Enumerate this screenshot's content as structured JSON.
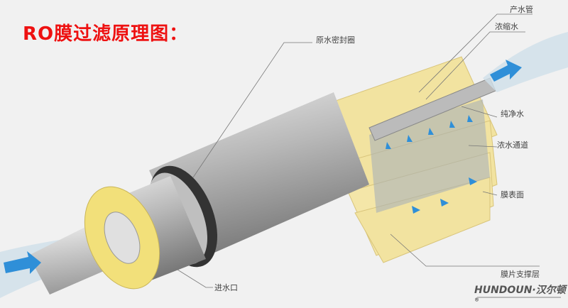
{
  "title": "RO膜过滤原理图：",
  "labels": {
    "product_tube": "产水管",
    "concentrate": "浓缩水",
    "seal_ring": "原水密封圈",
    "pure_water": "纯净水",
    "concentrate_channel": "浓水通道",
    "membrane_surface": "膜表面",
    "membrane_support": "膜片支撑层",
    "inlet": "进水口"
  },
  "logo": {
    "text": "HUNDOUN·汉尔顿",
    "registered": "®"
  },
  "colors": {
    "title": "#ee1111",
    "membrane": "#f2e3a0",
    "flow_arrow": "#2f8fd8"
  }
}
